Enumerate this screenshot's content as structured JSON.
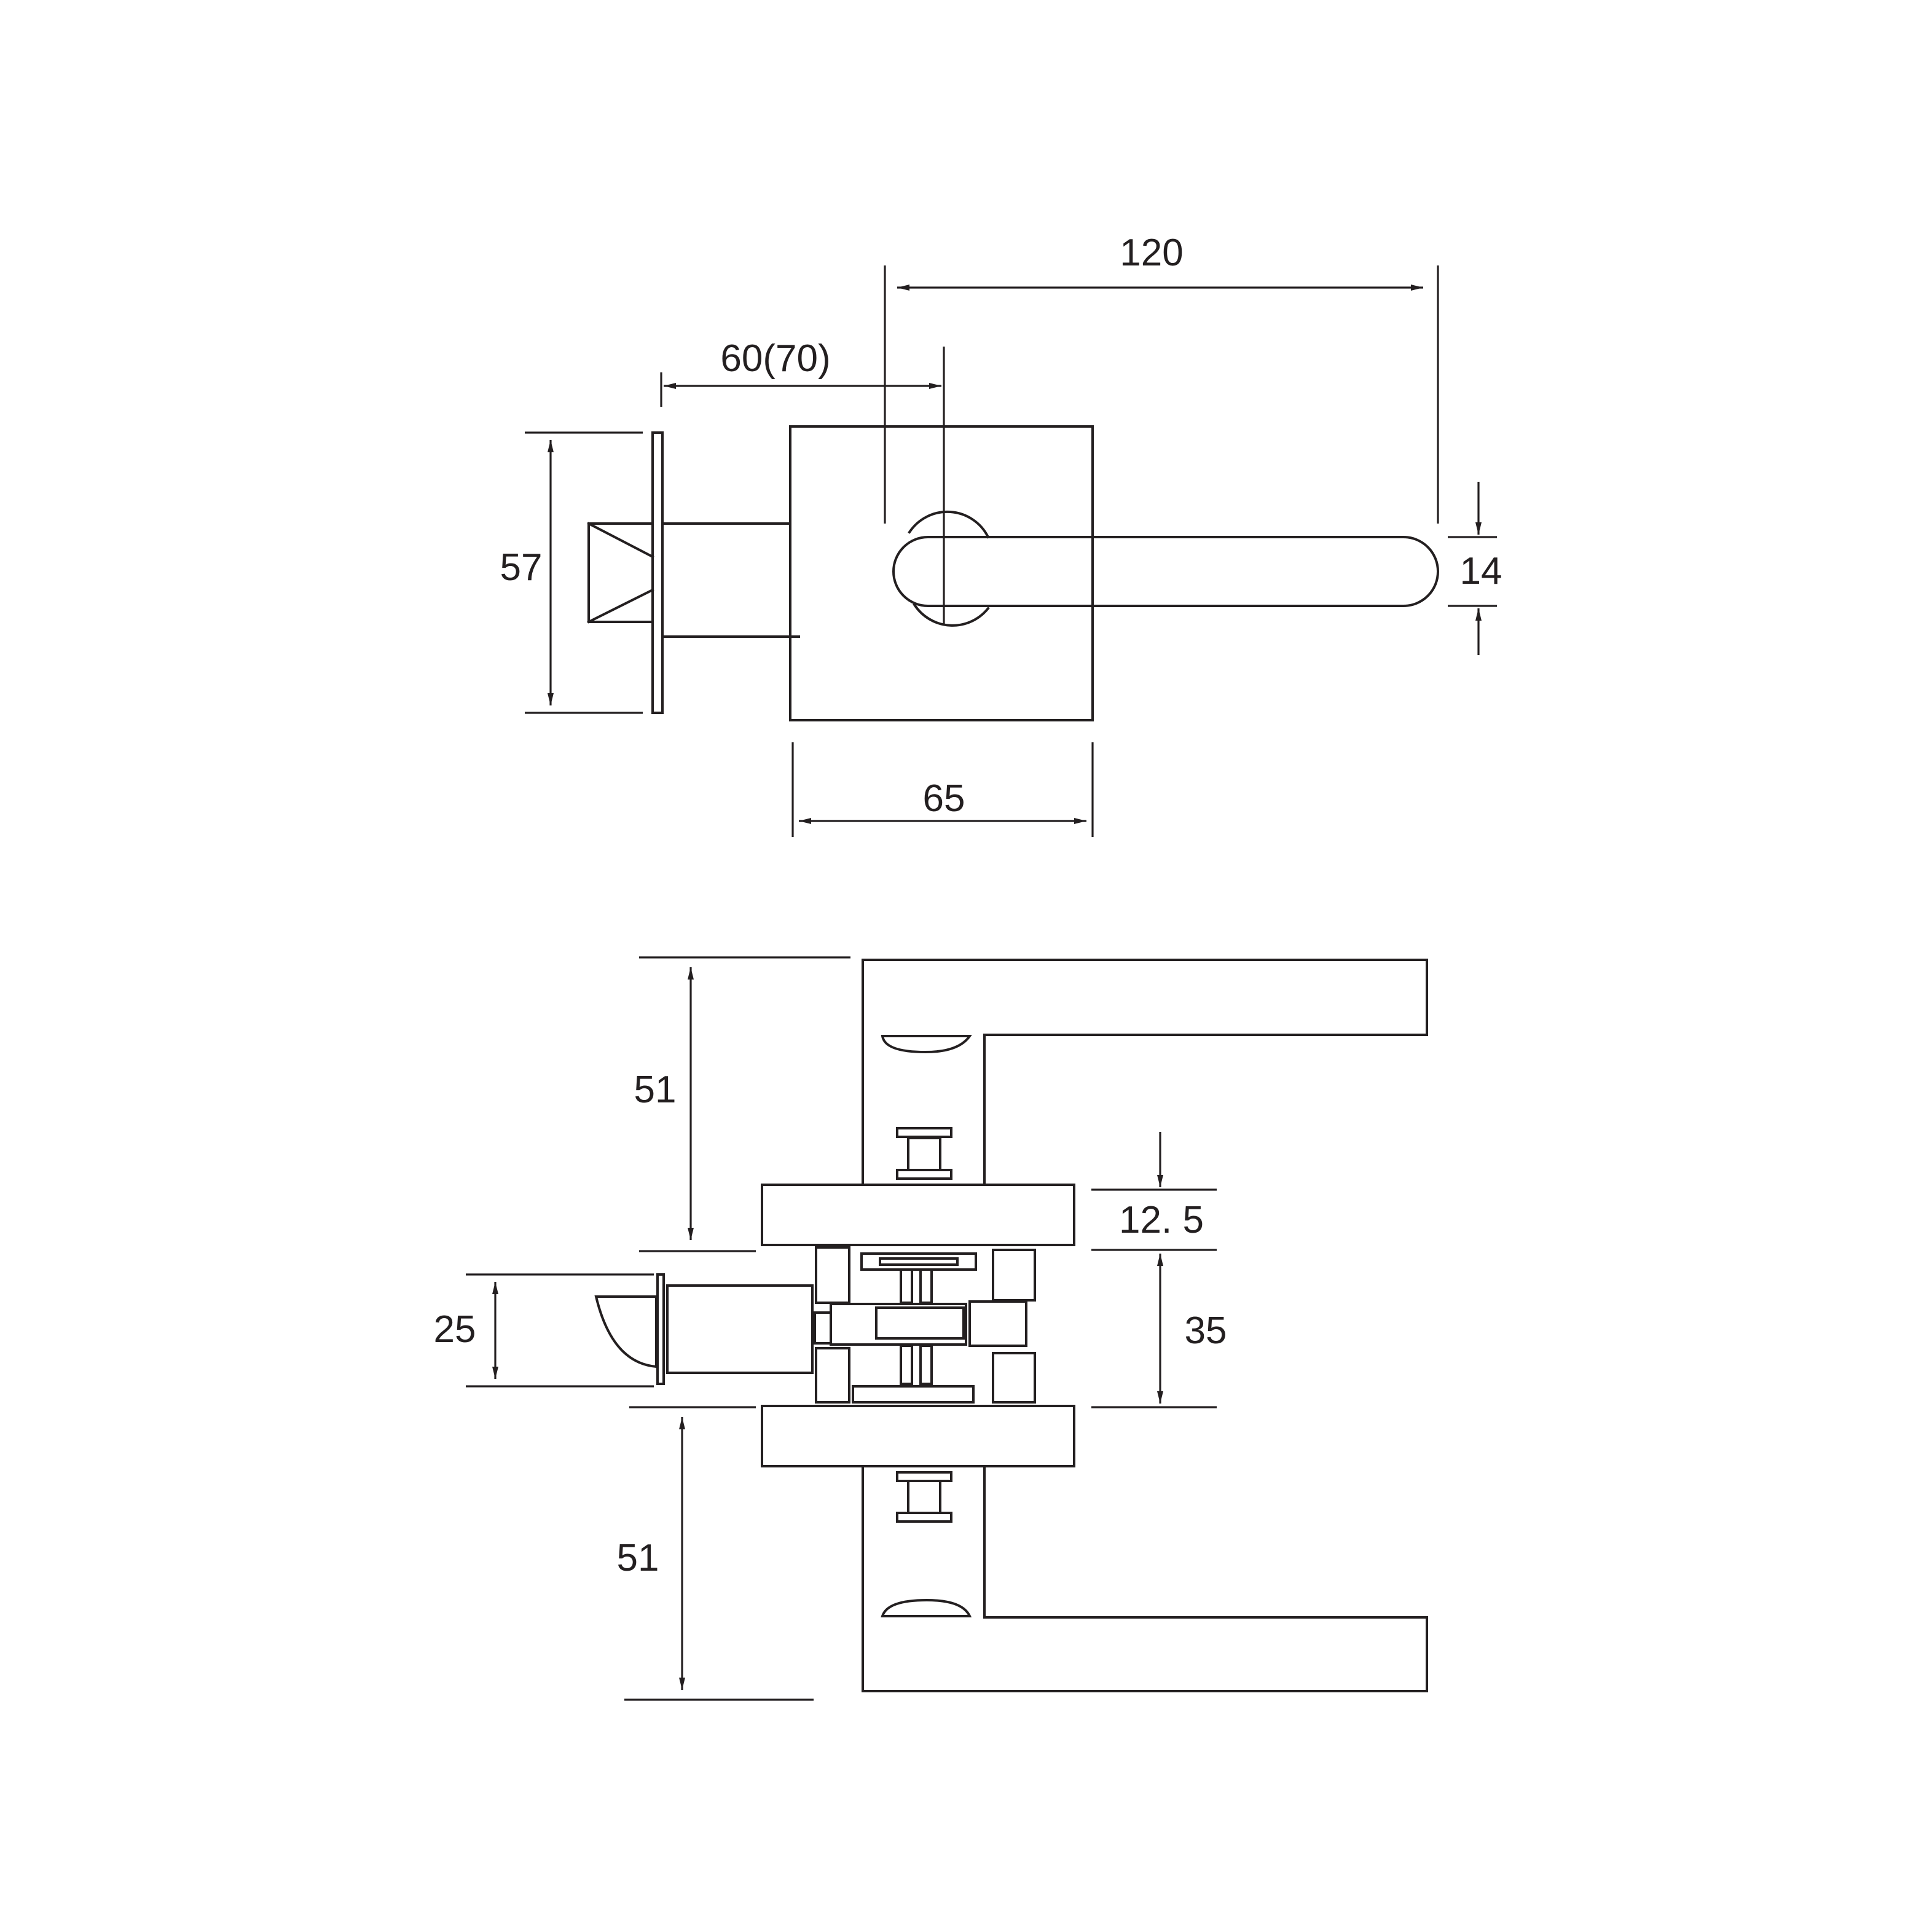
{
  "colors": {
    "line": "#231f20",
    "background": "#ffffff"
  },
  "top_view": {
    "dimensions": {
      "rose_width": "65",
      "lever_length": "120",
      "backset": "60(70)",
      "faceplate_height": "57",
      "lever_thickness": "14"
    }
  },
  "front_view": {
    "dimensions": {
      "upper_lever_height": "51",
      "rose_thickness": "12. 5",
      "latch_body_height": "35",
      "latch_bolt_height": "25",
      "lower_lever_height": "51"
    }
  }
}
